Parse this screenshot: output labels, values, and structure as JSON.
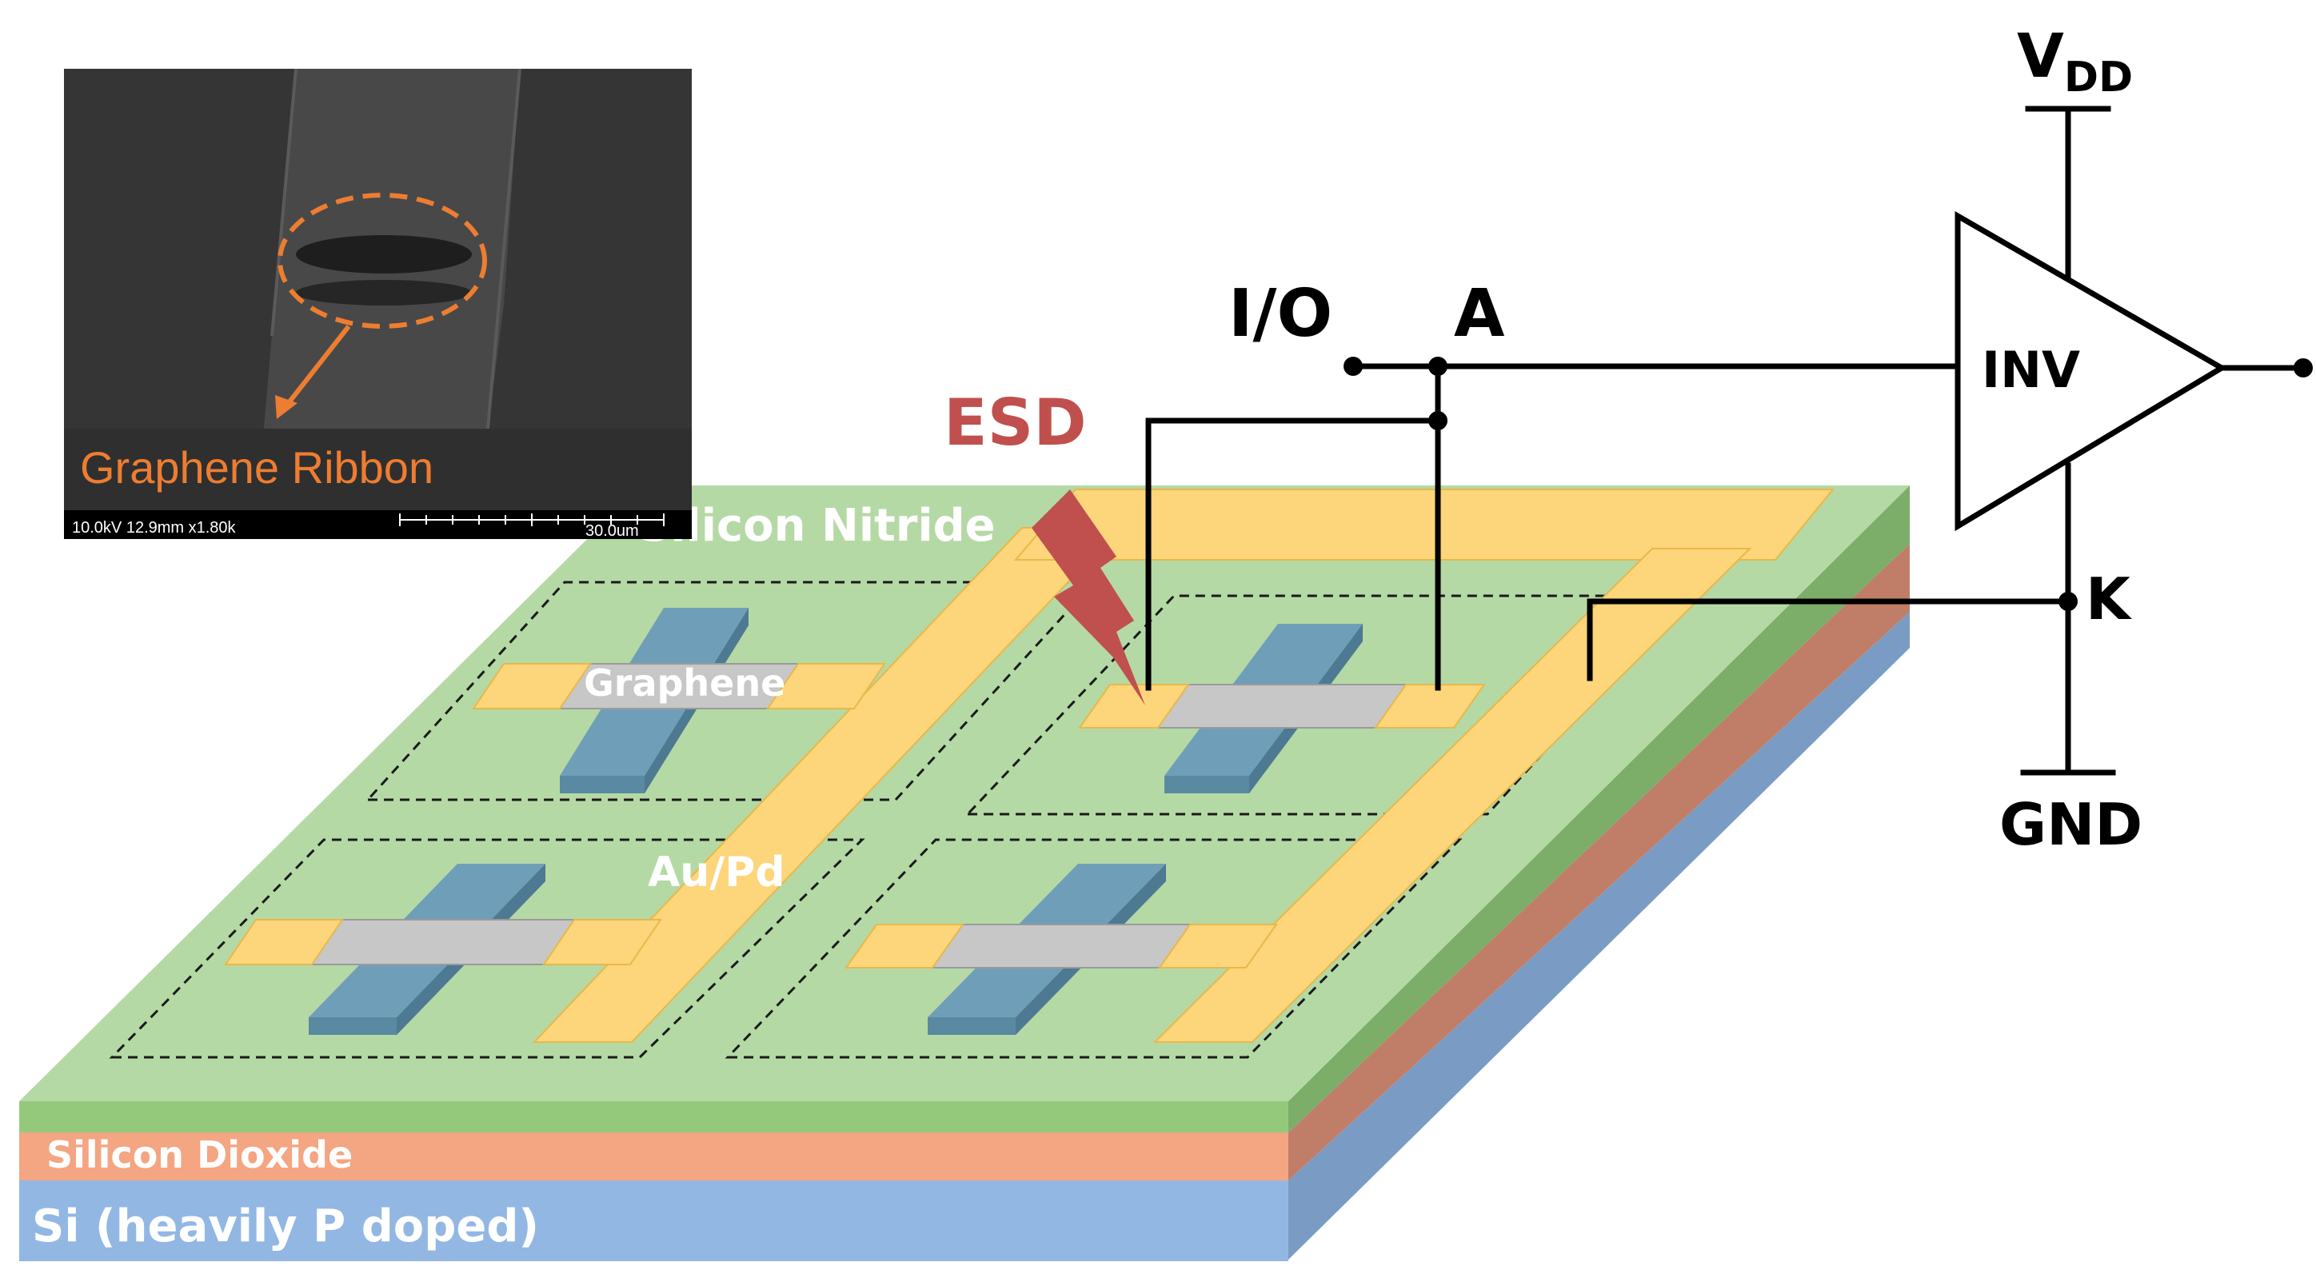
{
  "colors": {
    "nitride_top": "#b5d9a5",
    "nitride_side": "#94c97c",
    "oxide": "#f4a582",
    "silicon": "#92b7e3",
    "metal": "#fdd57a",
    "graphene": "#c7c7c7",
    "gate": "#6f9fb8",
    "esd": "#c0504d",
    "sem_label": "#ed7d31",
    "wire": "#000000"
  },
  "labels": {
    "silicon_nitride": "Silicon Nitride",
    "graphene": "Graphene",
    "au_pd": "Au/Pd",
    "silicon_dioxide": "Silicon Dioxide",
    "silicon": "Si (heavily P doped)",
    "esd": "ESD"
  },
  "sem_inset": {
    "label": "Graphene Ribbon",
    "info_bar": "10.0kV 12.9mm x1.80k",
    "scale": "30.0um"
  },
  "circuit": {
    "io": "I/O",
    "node_a": "A",
    "inverter": "INV",
    "vdd_main": "V",
    "vdd_sub": "DD",
    "node_k": "K",
    "gnd": "GND"
  }
}
